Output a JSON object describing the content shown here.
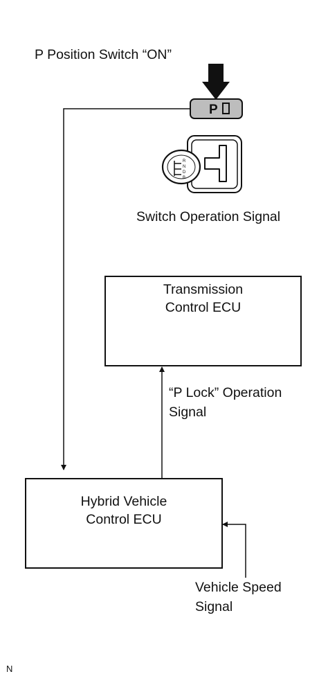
{
  "labels": {
    "p_switch_on": "P Position Switch “ON”",
    "switch_op_signal": "Switch Operation Signal",
    "p_lock_line1": "“P Lock” Operation",
    "p_lock_line2": "Signal",
    "vehicle_speed_line1": "Vehicle Speed",
    "vehicle_speed_line2": "Signal",
    "footnote": "N"
  },
  "button": {
    "text": "P"
  },
  "boxes": {
    "transmission": {
      "line1": "Transmission",
      "line2": "Control ECU"
    },
    "hybrid": {
      "line1": "Hybrid Vehicle",
      "line2": "Control ECU"
    }
  },
  "shift_gate": {
    "pattern": "R N D B"
  }
}
